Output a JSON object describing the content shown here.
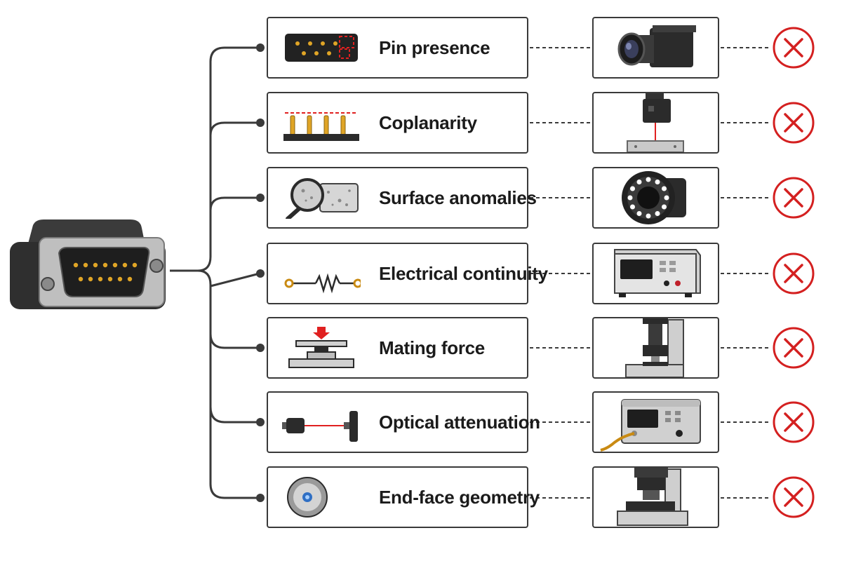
{
  "colors": {
    "line": "#3a3a3a",
    "fail": "#d42020",
    "pin_gold": "#e0a526",
    "laser": "#e02020",
    "metal": "#c9c9c9",
    "dark": "#2b2b2b"
  },
  "connector": {
    "icon": "d-sub-connector-icon"
  },
  "rows": [
    {
      "label": "Pin presence",
      "test_icon": "pin-header-icon",
      "equipment_icon": "machine-vision-camera-icon",
      "result_icon": "fail-x-icon"
    },
    {
      "label": "Coplanarity",
      "test_icon": "pin-coplanarity-icon",
      "equipment_icon": "laser-height-sensor-icon",
      "result_icon": "fail-x-icon"
    },
    {
      "label": "Surface anomalies",
      "test_icon": "magnifier-surface-icon",
      "equipment_icon": "ring-light-icon",
      "result_icon": "fail-x-icon"
    },
    {
      "label": "Electrical continuity",
      "test_icon": "resistor-circuit-icon",
      "equipment_icon": "multimeter-instrument-icon",
      "result_icon": "fail-x-icon"
    },
    {
      "label": "Mating force",
      "test_icon": "press-force-icon",
      "equipment_icon": "force-test-stand-icon",
      "result_icon": "fail-x-icon"
    },
    {
      "label": "Optical attenuation",
      "test_icon": "optical-fiber-link-icon",
      "equipment_icon": "optical-power-meter-icon",
      "result_icon": "fail-x-icon"
    },
    {
      "label": "End-face geometry",
      "test_icon": "fiber-end-face-icon",
      "equipment_icon": "interferometer-icon",
      "result_icon": "fail-x-icon"
    }
  ]
}
